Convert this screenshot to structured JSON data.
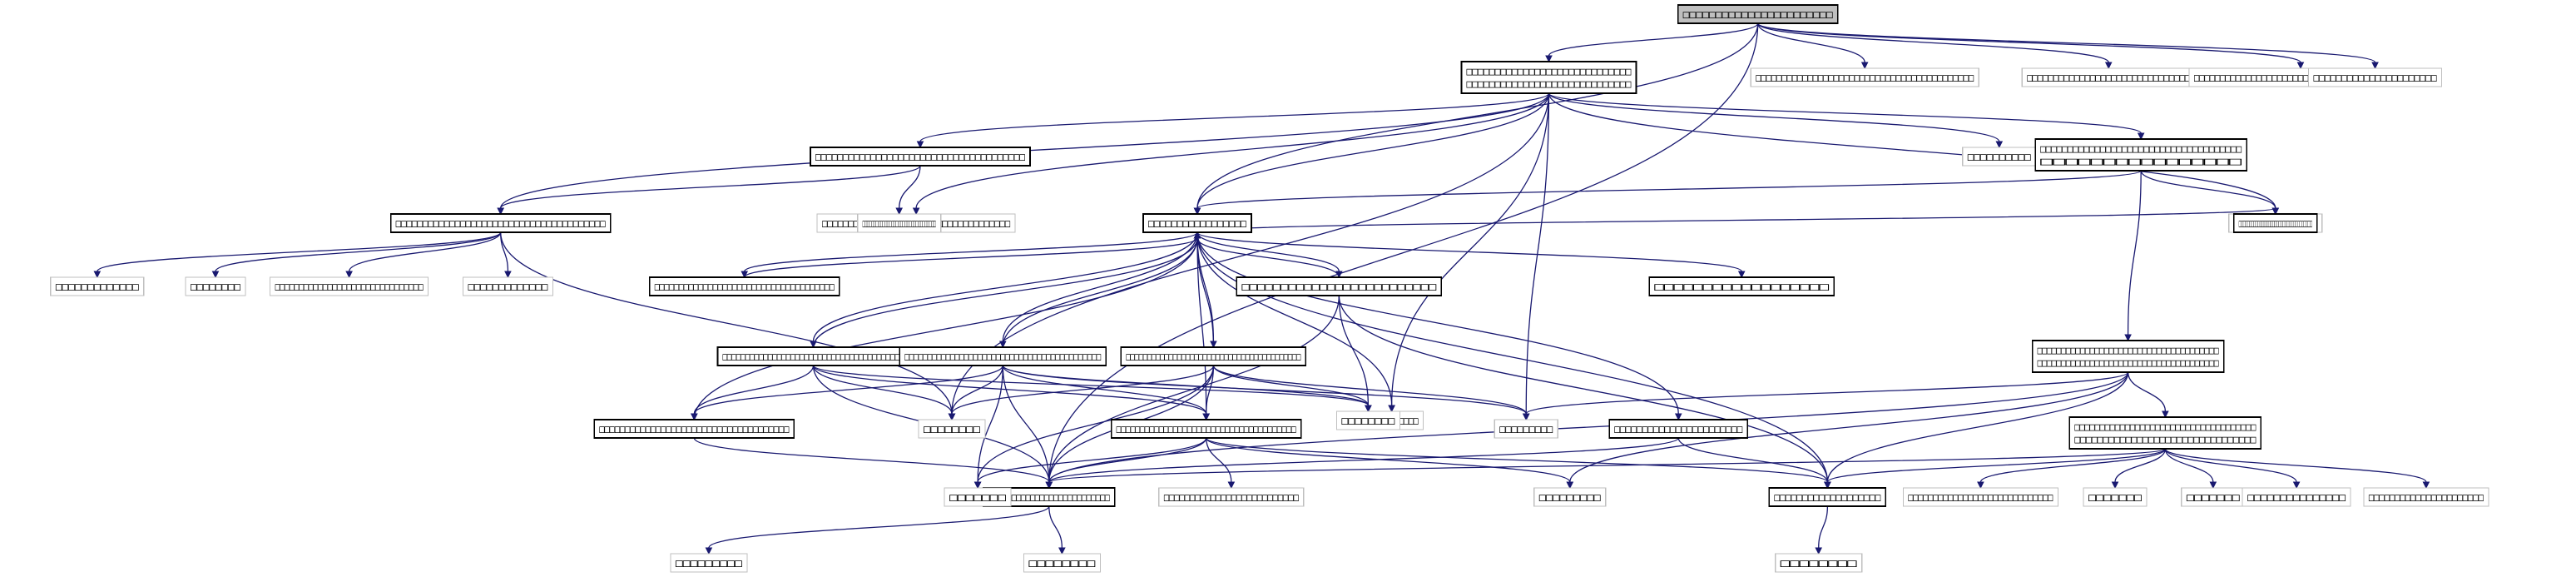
{
  "colors": {
    "edge": "#191970",
    "defined_border": "#000000",
    "undefined_border": "#bfbfbf",
    "root_fill": "#bfbfbf"
  },
  "nodes": [
    {
      "id": "root",
      "kind": "root",
      "lines": [
        "□□□□□□□□□□□□□□□□□□□□□□□"
      ]
    },
    {
      "id": "n1",
      "kind": "def",
      "lines": [
        "□□□□□□□□□□□□□□□□□□□□□□□□□□□□□",
        "□□□□□□□□□□□□□□□□□□□□□□□□□□□□□"
      ]
    },
    {
      "id": "n2",
      "kind": "undef",
      "lines": [
        "□□□□□□□□□□□□□□□□□□□□□□□□□□□□□□□□□□□□□□□□□□"
      ]
    },
    {
      "id": "n3",
      "kind": "undef",
      "lines": [
        "□□□□□□□□□□□□□□□□□□□□□□□□□□□□□□□"
      ]
    },
    {
      "id": "n4",
      "kind": "undef",
      "lines": [
        "□□□□□□□□□□□□□□□□□□□□□□□□□□□□□□□□□□□□□□□□□"
      ]
    },
    {
      "id": "n5",
      "kind": "undef",
      "lines": [
        "□□□□□□□□□□□□□□□□□□□□□□"
      ]
    },
    {
      "id": "n6",
      "kind": "def",
      "lines": [
        "□□□□□□□□□□□□□□□□□□□□□□□□□□□□□□□□□□□□□□"
      ]
    },
    {
      "id": "n7",
      "kind": "undef",
      "lines": [
        "□□□□□□□□□□□□□□□□□□□□□□□□□□□□□□□□□□□□"
      ]
    },
    {
      "id": "n8",
      "kind": "undef",
      "lines": [
        "□□□□□□□□□□"
      ]
    },
    {
      "id": "n9",
      "kind": "def",
      "lines": [
        "□□□□□□□□□□□□□□□□□□□□□□□□□□□□□□□□□□□□□",
        "□□□□□□□□□□□□□□□□"
      ]
    },
    {
      "id": "n10",
      "kind": "def",
      "lines": [
        "□□□□□□□□□□□□□□□□□□□□□□□□□□□□□□□□□□□□□□□"
      ]
    },
    {
      "id": "n11",
      "kind": "undef",
      "lines": [
        "□□□□□□□□□□□□□□□□□□□□□□□□□□□□□□□□□"
      ]
    },
    {
      "id": "n12",
      "kind": "def",
      "lines": [
        "□□□□□□□□□□□□□□□□□"
      ]
    },
    {
      "id": "n13",
      "kind": "undef",
      "lines": [
        "□□□□□□□□□□□□□□"
      ]
    },
    {
      "id": "n14",
      "kind": "undef",
      "lines": [
        "□□□□□□□□□□□□□"
      ]
    },
    {
      "id": "n15",
      "kind": "undef",
      "lines": [
        "□□□□□□□□"
      ]
    },
    {
      "id": "n16",
      "kind": "undef",
      "lines": [
        "□□□□□□□□□□□□□□□□□□□□□□□□□□□□□□□"
      ]
    },
    {
      "id": "n17",
      "kind": "undef",
      "lines": [
        "□□□□□□□□□□□□□"
      ]
    },
    {
      "id": "n18",
      "kind": "def",
      "lines": [
        "□□□□□□□□□□□□□□□□□□□□□□□□□□□□□□□□□□□"
      ]
    },
    {
      "id": "n19",
      "kind": "undef",
      "lines": [
        "□□□□□□□□□□□"
      ]
    },
    {
      "id": "n20",
      "kind": "def",
      "lines": [
        "□□□□□□□□□□□□□□□□□□□□□□□□□□□□□□□□□□□□□"
      ]
    },
    {
      "id": "n21",
      "kind": "def",
      "lines": [
        "□□□□□□□□□□□□□□□□□□□□□□□□□"
      ]
    },
    {
      "id": "n22",
      "kind": "def",
      "lines": [
        "□□□□□□□□□□□□□□□□□□□□□□□□□□□□□□□□□□□□□□□□"
      ]
    },
    {
      "id": "n23",
      "kind": "def",
      "lines": [
        "□□□□□□□□□□□□□□□□□□□□□□□□□□□□□□□□□□□□□□□□□□□"
      ]
    },
    {
      "id": "n24",
      "kind": "def",
      "lines": [
        "□□□□□□□□□□□□□□□□□□□□□□□□□□□□□□□□□□□□□□□□□"
      ]
    },
    {
      "id": "n25",
      "kind": "def",
      "lines": [
        "□□□□□□□□□□□□□□□□□□□□□□□□□□□□□□□□□□□□□□",
        "□□□□□□□□□□□□□□□□□□□□□□□□□□□□□□□□□□□□□□"
      ]
    },
    {
      "id": "n26",
      "kind": "def",
      "lines": [
        "□□□□□□□□□□□□□□□□□□□□□□□□□□□□□□□□□□□□□"
      ]
    },
    {
      "id": "n27",
      "kind": "undef",
      "lines": [
        "□□□□□□□□"
      ]
    },
    {
      "id": "n28",
      "kind": "undef",
      "lines": [
        "□□□□□□□□"
      ]
    },
    {
      "id": "n29",
      "kind": "undef",
      "lines": [
        "□□□□□□□□□"
      ]
    },
    {
      "id": "n30",
      "kind": "def",
      "lines": [
        "□□□□□□□□□□□□□□□□□□□□□□□□□□□□□□□□□□□□□□"
      ]
    },
    {
      "id": "n31",
      "kind": "def",
      "lines": [
        "□□□□□□□□□□□□□□□□□□□□□□□"
      ]
    },
    {
      "id": "n32",
      "kind": "def",
      "lines": [
        "□□□□□□□□□□□□□□□□□□□□□□□□□□"
      ]
    },
    {
      "id": "n33",
      "kind": "def",
      "lines": [
        "□□□□□□□□□□□□□□□□□□□□□□□□□□□□□□□□□□□□",
        "□□□□□□□□□□□□□□□□□□□□□□□□□□□□□□□□"
      ]
    },
    {
      "id": "n34",
      "kind": "undef",
      "lines": [
        "□□□□□□□"
      ]
    },
    {
      "id": "n35",
      "kind": "def",
      "lines": [
        "□□□□□□□□□□□□□□□□□□□"
      ]
    },
    {
      "id": "n36",
      "kind": "undef",
      "lines": [
        "□□□□□□□□□□□□□□□□□□□□□□□□□□"
      ]
    },
    {
      "id": "n37",
      "kind": "undef",
      "lines": [
        "□□□□□□□□□"
      ]
    },
    {
      "id": "n38",
      "kind": "def",
      "lines": [
        "□□□□□□□□□□□□□□□□□□"
      ]
    },
    {
      "id": "n39",
      "kind": "undef",
      "lines": [
        "□□□□□□□□□□□□□□□□□□□□□□□□□□□□□"
      ]
    },
    {
      "id": "n40",
      "kind": "undef",
      "lines": [
        "□□□□□□□"
      ]
    },
    {
      "id": "n41",
      "kind": "undef",
      "lines": [
        "□□□□□□□"
      ]
    },
    {
      "id": "n42",
      "kind": "undef",
      "lines": [
        "□□□□□□□□□□□□□□□"
      ]
    },
    {
      "id": "n43",
      "kind": "undef",
      "lines": [
        "□□□□□□□□□□□□□□□□□□□□□□"
      ]
    },
    {
      "id": "n44",
      "kind": "undef",
      "lines": [
        "□□□□□□□□□"
      ]
    },
    {
      "id": "n45",
      "kind": "undef",
      "lines": [
        "□□□□□□□□"
      ]
    },
    {
      "id": "n46",
      "kind": "undef",
      "lines": [
        "□□□□□□□□"
      ]
    }
  ],
  "edges": [
    [
      "root",
      "n1"
    ],
    [
      "root",
      "n2"
    ],
    [
      "root",
      "n3"
    ],
    [
      "root",
      "n4"
    ],
    [
      "root",
      "n5"
    ],
    [
      "root",
      "n12"
    ],
    [
      "root",
      "n32"
    ],
    [
      "n1",
      "n6"
    ],
    [
      "n1",
      "n7"
    ],
    [
      "n1",
      "n8"
    ],
    [
      "n1",
      "n9"
    ],
    [
      "n1",
      "n10"
    ],
    [
      "n1",
      "n12"
    ],
    [
      "n1",
      "n27"
    ],
    [
      "n1",
      "n29"
    ],
    [
      "n1",
      "n18"
    ],
    [
      "n1",
      "n19"
    ],
    [
      "n6",
      "n10"
    ],
    [
      "n6",
      "n11"
    ],
    [
      "n9",
      "n12"
    ],
    [
      "n9",
      "n13"
    ],
    [
      "n9",
      "n25"
    ],
    [
      "n10",
      "n14"
    ],
    [
      "n10",
      "n15"
    ],
    [
      "n10",
      "n16"
    ],
    [
      "n10",
      "n17"
    ],
    [
      "n10",
      "n27"
    ],
    [
      "n12",
      "n18"
    ],
    [
      "n12",
      "n19"
    ],
    [
      "n12",
      "n20"
    ],
    [
      "n12",
      "n21"
    ],
    [
      "n12",
      "n22"
    ],
    [
      "n12",
      "n23"
    ],
    [
      "n12",
      "n24"
    ],
    [
      "n12",
      "n30"
    ],
    [
      "n12",
      "n31"
    ],
    [
      "n12",
      "n38"
    ],
    [
      "n12",
      "n35"
    ],
    [
      "n20",
      "n12"
    ],
    [
      "n21",
      "n12"
    ],
    [
      "n22",
      "n12"
    ],
    [
      "n23",
      "n12"
    ],
    [
      "n24",
      "n12"
    ],
    [
      "n26",
      "n12"
    ],
    [
      "n21",
      "n35"
    ],
    [
      "n21",
      "n28"
    ],
    [
      "n21",
      "n32"
    ],
    [
      "n22",
      "n26"
    ],
    [
      "n22",
      "n27"
    ],
    [
      "n22",
      "n28"
    ],
    [
      "n22",
      "n32"
    ],
    [
      "n22",
      "n30"
    ],
    [
      "n23",
      "n26"
    ],
    [
      "n23",
      "n27"
    ],
    [
      "n23",
      "n28"
    ],
    [
      "n23",
      "n29"
    ],
    [
      "n23",
      "n30"
    ],
    [
      "n23",
      "n34"
    ],
    [
      "n23",
      "n32"
    ],
    [
      "n24",
      "n27"
    ],
    [
      "n24",
      "n28"
    ],
    [
      "n24",
      "n29"
    ],
    [
      "n24",
      "n30"
    ],
    [
      "n24",
      "n32"
    ],
    [
      "n24",
      "n34"
    ],
    [
      "n26",
      "n32"
    ],
    [
      "n30",
      "n32"
    ],
    [
      "n30",
      "n34"
    ],
    [
      "n30",
      "n36"
    ],
    [
      "n30",
      "n37"
    ],
    [
      "n30",
      "n35"
    ],
    [
      "n31",
      "n32"
    ],
    [
      "n31",
      "n35"
    ],
    [
      "n25",
      "n33"
    ],
    [
      "n25",
      "n35"
    ],
    [
      "n25",
      "n32"
    ],
    [
      "n25",
      "n29"
    ],
    [
      "n25",
      "n37"
    ],
    [
      "n33",
      "n32"
    ],
    [
      "n33",
      "n35"
    ],
    [
      "n33",
      "n39"
    ],
    [
      "n33",
      "n40"
    ],
    [
      "n33",
      "n41"
    ],
    [
      "n33",
      "n42"
    ],
    [
      "n33",
      "n43"
    ],
    [
      "n32",
      "n44"
    ],
    [
      "n32",
      "n45"
    ],
    [
      "n35",
      "n46"
    ]
  ]
}
